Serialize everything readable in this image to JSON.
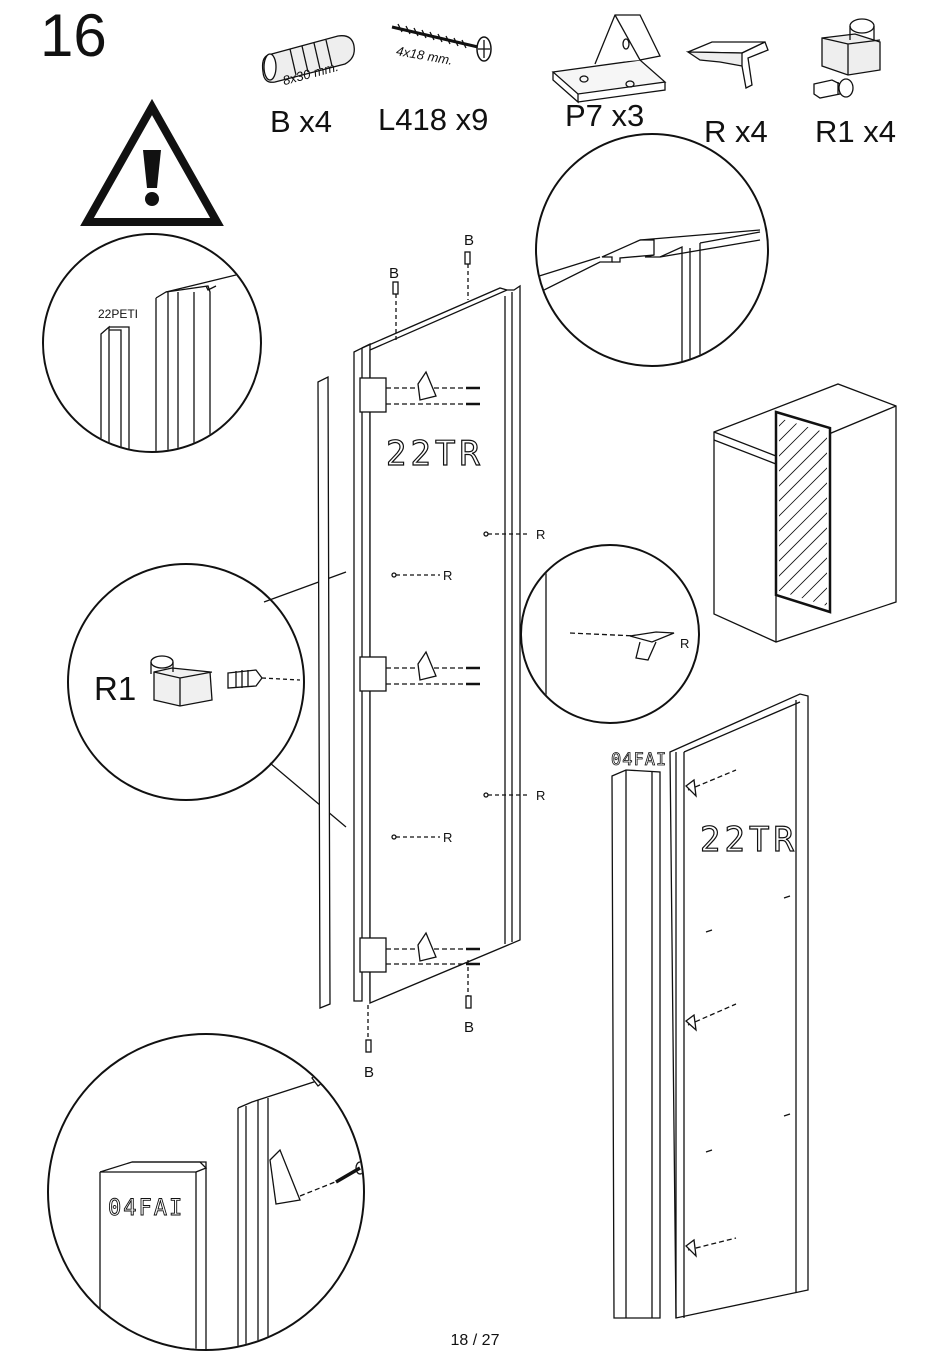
{
  "step": {
    "number": "16"
  },
  "parts": [
    {
      "id": "B",
      "label": "B  x4",
      "dimension": "8x30 mm."
    },
    {
      "id": "L418",
      "label": "L418  x9",
      "dimension": "4x18 mm."
    },
    {
      "id": "P7",
      "label": "P7  x3"
    },
    {
      "id": "R",
      "label": "R x4"
    },
    {
      "id": "R1",
      "label": "R1 x4"
    }
  ],
  "details": {
    "strip_label": "22PETI",
    "hinge_label": "R1",
    "bottom_panel_code": "04FAI"
  },
  "main_panel": {
    "code": "22TR",
    "dowel_label": "B",
    "clip_label": "R"
  },
  "second_view": {
    "panel_code": "22TR",
    "post_code": "04FAI"
  },
  "page": {
    "label": "18 / 27"
  }
}
